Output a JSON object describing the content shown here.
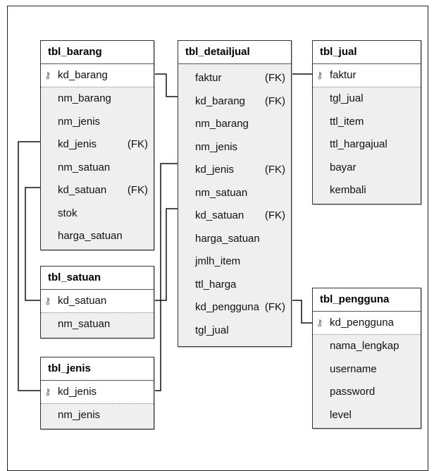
{
  "tables": {
    "tbl_barang": {
      "title": "tbl_barang",
      "pk": "kd_barang",
      "columns": [
        {
          "name": "nm_barang",
          "fk": ""
        },
        {
          "name": "nm_jenis",
          "fk": ""
        },
        {
          "name": "kd_jenis",
          "fk": "(FK)"
        },
        {
          "name": "nm_satuan",
          "fk": ""
        },
        {
          "name": "kd_satuan",
          "fk": "(FK)"
        },
        {
          "name": "stok",
          "fk": ""
        },
        {
          "name": "harga_satuan",
          "fk": ""
        }
      ]
    },
    "tbl_satuan": {
      "title": "tbl_satuan",
      "pk": "kd_satuan",
      "columns": [
        {
          "name": "nm_satuan",
          "fk": ""
        }
      ]
    },
    "tbl_jenis": {
      "title": "tbl_jenis",
      "pk": "kd_jenis",
      "columns": [
        {
          "name": "nm_jenis",
          "fk": ""
        }
      ]
    },
    "tbl_detailjual": {
      "title": "tbl_detailjual",
      "pk": "",
      "columns": [
        {
          "name": "faktur",
          "fk": "(FK)"
        },
        {
          "name": "kd_barang",
          "fk": "(FK)"
        },
        {
          "name": "nm_barang",
          "fk": ""
        },
        {
          "name": "nm_jenis",
          "fk": ""
        },
        {
          "name": "kd_jenis",
          "fk": "(FK)"
        },
        {
          "name": "nm_satuan",
          "fk": ""
        },
        {
          "name": "kd_satuan",
          "fk": "(FK)"
        },
        {
          "name": "harga_satuan",
          "fk": ""
        },
        {
          "name": "jmlh_item",
          "fk": ""
        },
        {
          "name": "ttl_harga",
          "fk": ""
        },
        {
          "name": "kd_pengguna",
          "fk": "(FK)"
        },
        {
          "name": "tgl_jual",
          "fk": ""
        }
      ]
    },
    "tbl_jual": {
      "title": "tbl_jual",
      "pk": "faktur",
      "columns": [
        {
          "name": "tgl_jual",
          "fk": ""
        },
        {
          "name": "ttl_item",
          "fk": ""
        },
        {
          "name": "ttl_hargajual",
          "fk": ""
        },
        {
          "name": "bayar",
          "fk": ""
        },
        {
          "name": "kembali",
          "fk": ""
        }
      ]
    },
    "tbl_pengguna": {
      "title": "tbl_pengguna",
      "pk": "kd_pengguna",
      "columns": [
        {
          "name": "nama_lengkap",
          "fk": ""
        },
        {
          "name": "username",
          "fk": ""
        },
        {
          "name": "password",
          "fk": ""
        },
        {
          "name": "level",
          "fk": ""
        }
      ]
    }
  },
  "key_icon": "primary-key-icon"
}
